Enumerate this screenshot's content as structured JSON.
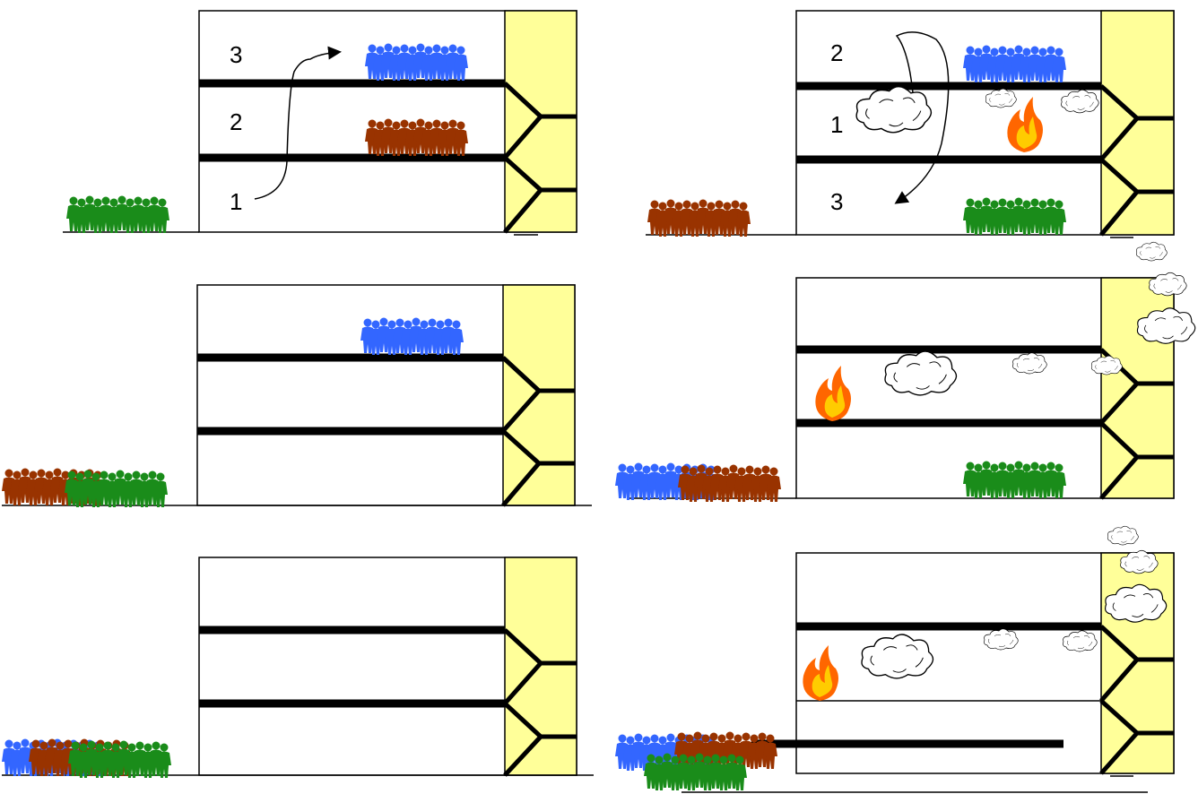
{
  "panel_top_left": {
    "floor_labels": [
      "3",
      "2",
      "1"
    ]
  },
  "panel_top_right": {
    "floor_labels": [
      "2",
      "1",
      "3"
    ]
  },
  "colors": {
    "stairwell": "#ffff99",
    "group_top_floor": "#3366ff",
    "group_middle_floor": "#993300",
    "group_ground_floor": "#1a8c1a",
    "fire_outer": "#ff6600",
    "fire_inner": "#ffcc00",
    "smoke": "#ffffff"
  },
  "icons": {
    "people": "people-group-icon",
    "fire": "fire-icon",
    "smoke": "smoke-cloud-icon",
    "path": "evacuation-path-arrow"
  }
}
